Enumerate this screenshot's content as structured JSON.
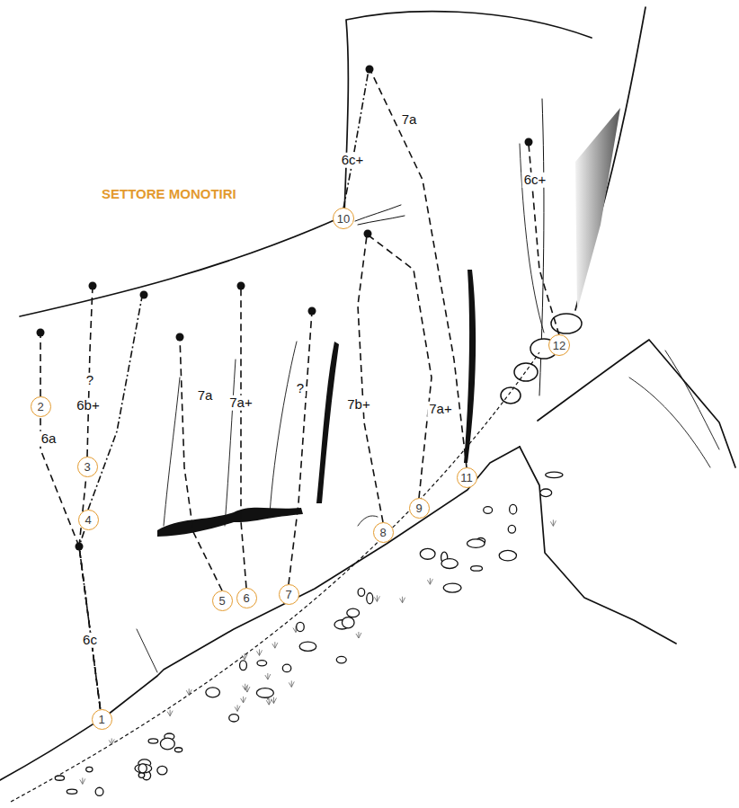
{
  "diagram": {
    "title": "SETTORE MONOTIRI",
    "nodes": [
      {
        "text": [
          "1"
        ]
      },
      {
        "text": [
          "2"
        ]
      },
      {
        "text": [
          "3"
        ]
      },
      {
        "text": [
          "4"
        ]
      },
      {
        "text": [
          "5"
        ]
      },
      {
        "text": [
          "6"
        ]
      },
      {
        "text": [
          "7"
        ]
      },
      {
        "text": [
          "8"
        ]
      },
      {
        "text": [
          "9"
        ]
      },
      {
        "text": [
          "10"
        ]
      },
      {
        "text": [
          "11"
        ]
      },
      {
        "text": [
          "12"
        ]
      }
    ],
    "edges": [
      {
        "from": 0,
        "to": 1,
        "label": "6a",
        "arrow": "none"
      },
      {
        "from": 0,
        "to": 2,
        "arrow": "none"
      },
      {
        "from": 0,
        "to": 3,
        "arrow": "none"
      }
    ],
    "labels": [
      "6b+",
      "?",
      "6c",
      "7a",
      "7a+",
      "?",
      "7b+",
      "7a+",
      "6c+",
      "7a",
      "6c+"
    ]
  }
}
